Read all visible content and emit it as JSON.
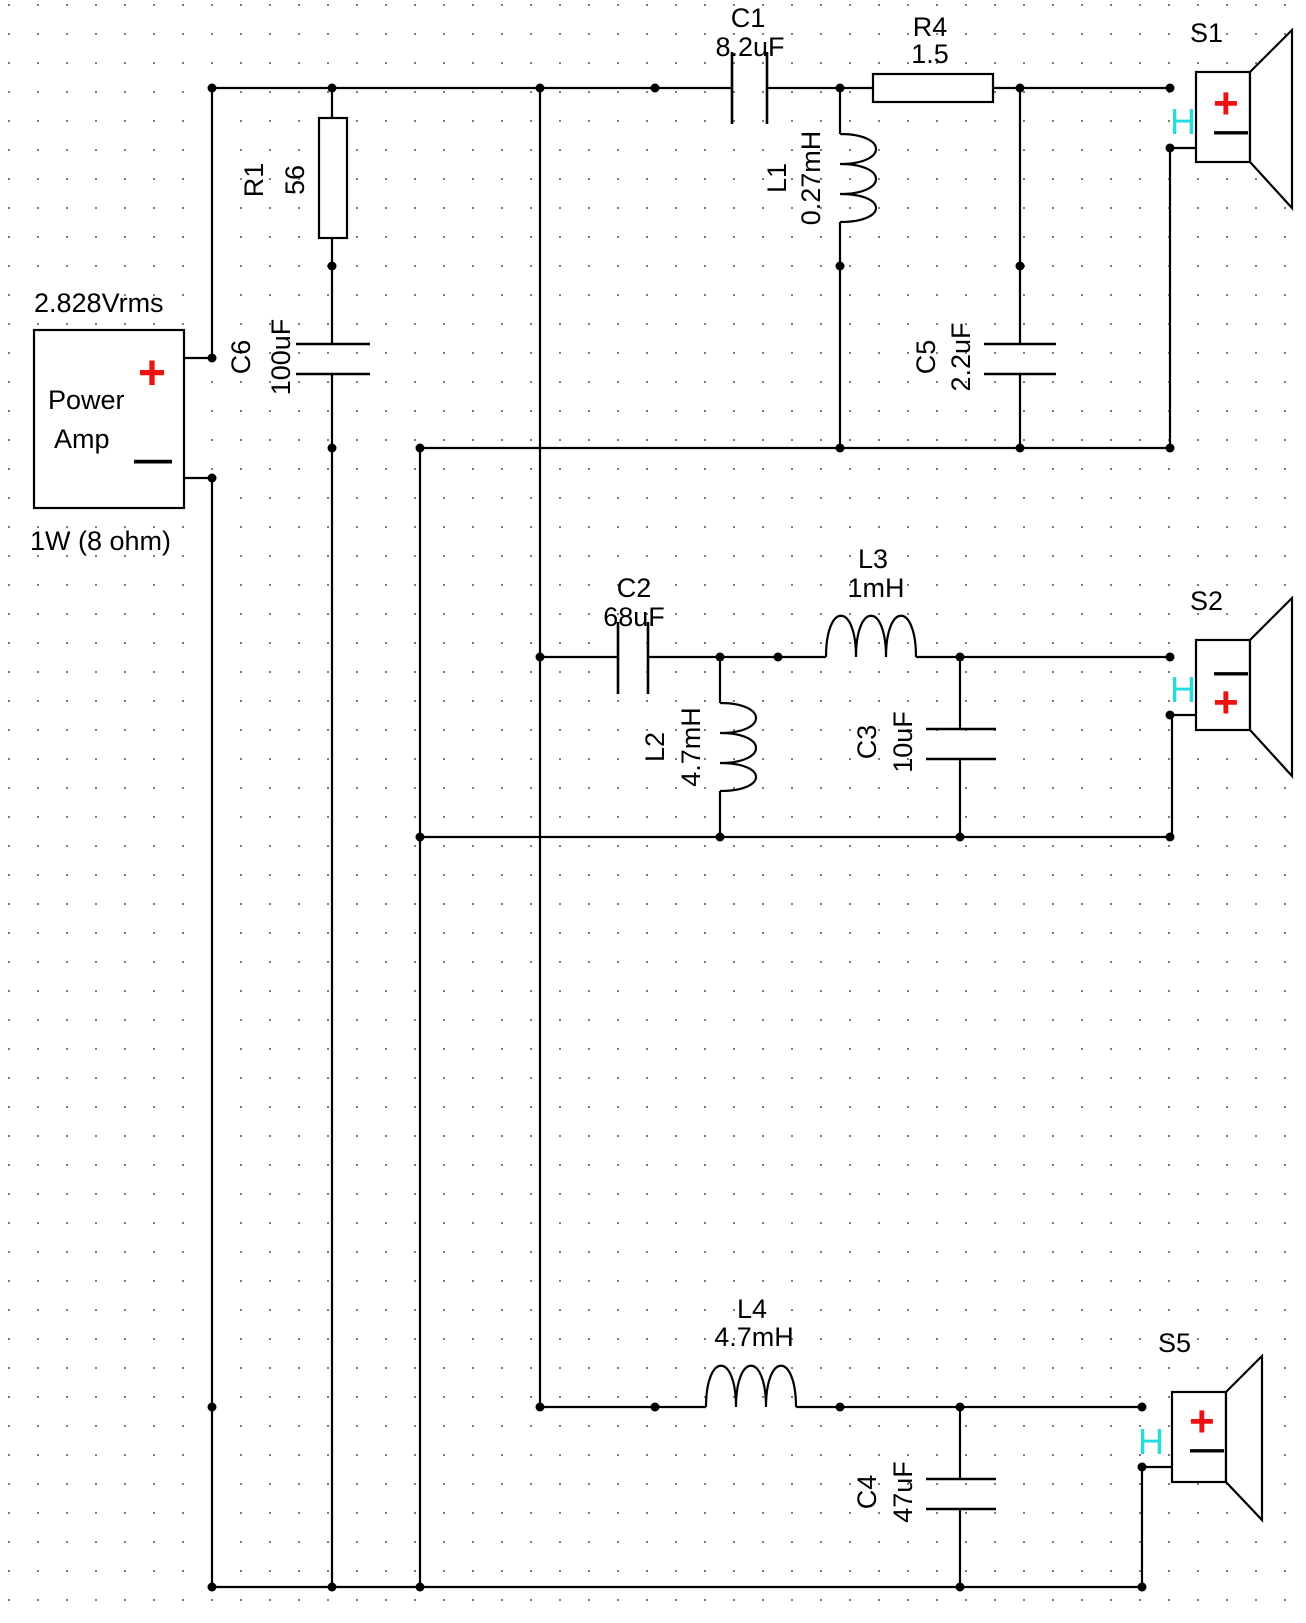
{
  "amp": {
    "voltage": "2.828Vrms",
    "name": "Power",
    "name2": "Amp",
    "rating": "1W (8 ohm)",
    "plus": "+",
    "minus": "—"
  },
  "components": {
    "R1": {
      "ref": "R1",
      "value": "56"
    },
    "C6": {
      "ref": "C6",
      "value": "100uF"
    },
    "C1": {
      "ref": "C1",
      "value": "8.2uF"
    },
    "R4": {
      "ref": "R4",
      "value": "1.5"
    },
    "L1": {
      "ref": "L1",
      "value": "0.27mH"
    },
    "C5": {
      "ref": "C5",
      "value": "2.2uF"
    },
    "C2": {
      "ref": "C2",
      "value": "68uF"
    },
    "L3": {
      "ref": "L3",
      "value": "1mH"
    },
    "L2": {
      "ref": "L2",
      "value": "4.7mH"
    },
    "C3": {
      "ref": "C3",
      "value": "10uF"
    },
    "L4": {
      "ref": "L4",
      "value": "4.7mH"
    },
    "C4": {
      "ref": "C4",
      "value": "47uF"
    }
  },
  "speakers": {
    "S1": {
      "ref": "S1",
      "tag": "H",
      "top": "+",
      "bottom": "—"
    },
    "S2": {
      "ref": "S2",
      "tag": "H",
      "top": "—",
      "bottom": "+"
    },
    "S5": {
      "ref": "S5",
      "tag": "H",
      "top": "+",
      "bottom": "—"
    }
  },
  "colors": {
    "polarity": "#ee1111",
    "tag": "#22dddd",
    "wire": "#000000",
    "grid": "#7a7a7a"
  }
}
